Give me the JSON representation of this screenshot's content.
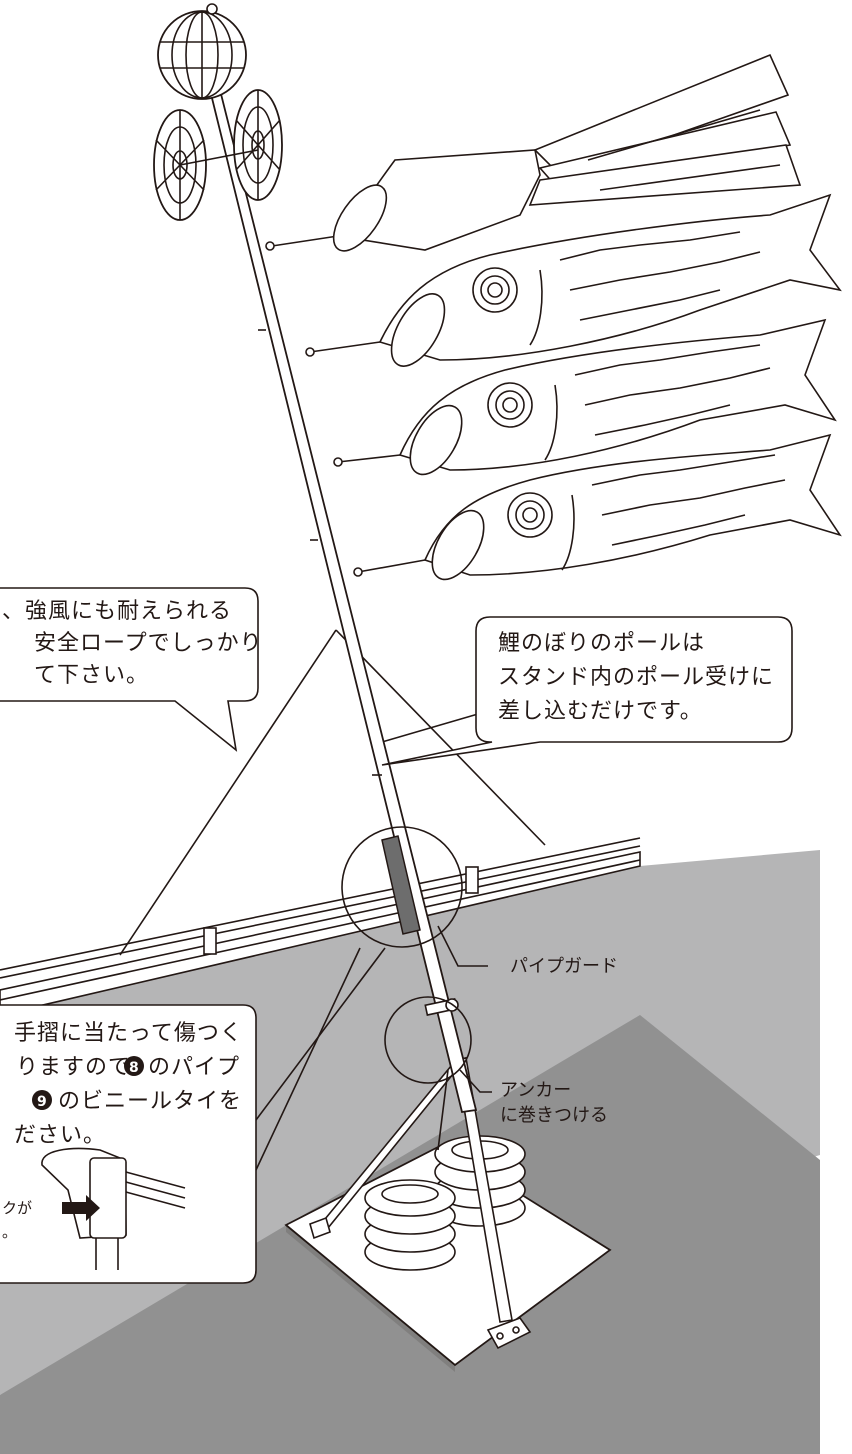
{
  "bubble_left": {
    "line1": "、強風にも耐えられる",
    "line2": "安全ロープでしっかり",
    "line3": "て下さい。"
  },
  "bubble_right": {
    "line1": "鯉のぼりのポールは",
    "line2": "スタンド内のポール受けに",
    "line3": "差し込むだけです。"
  },
  "bubble_bottom": {
    "line1": "手摺に当たって傷つく",
    "line2_a": "りますので",
    "line2_b": "のパイプ",
    "line3_b": "のビニールタイを",
    "line4": "ださい。",
    "inset_label_1": "クが",
    "inset_label_2": "。"
  },
  "numbers": {
    "n8": "8",
    "n9": "9"
  },
  "callouts": {
    "pipe_guard": "パイプガード",
    "anchor_1": "アンカー",
    "anchor_2": "に巻きつける"
  },
  "colors": {
    "wall": "#b5b5b6",
    "floor": "#919191",
    "line": "#231815",
    "guard": "#6d6d6d"
  }
}
